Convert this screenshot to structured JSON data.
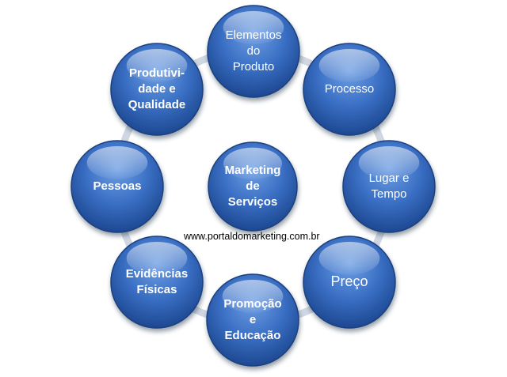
{
  "diagram": {
    "center": {
      "label": "Marketing\nde\nServiços"
    },
    "nodes": [
      {
        "id": "elementos-do-produto",
        "label": "Elementos\ndo\nProduto",
        "bold": false
      },
      {
        "id": "processo",
        "label": "Processo",
        "bold": false
      },
      {
        "id": "lugar-e-tempo",
        "label": "Lugar e\nTempo",
        "bold": false
      },
      {
        "id": "preco",
        "label": "Preço",
        "bold": false
      },
      {
        "id": "promocao-e-educacao",
        "label": "Promoção\ne\nEducação",
        "bold": true
      },
      {
        "id": "evidencias-fisicas",
        "label": "Evidências\nFísicas",
        "bold": true
      },
      {
        "id": "pessoas",
        "label": "Pessoas",
        "bold": true
      },
      {
        "id": "produtividade-e-qualidade",
        "label": "Produtivi-\ndade e\nQualidade",
        "bold": true
      }
    ],
    "watermark": "www.portaldomarketing.com.br"
  },
  "colors": {
    "node_light": "#7aa6e6",
    "node_mid": "#3a6fc4",
    "node_dark": "#1d4891",
    "node_edge": "#1a3f7e",
    "ring": "#d0d7e2"
  }
}
